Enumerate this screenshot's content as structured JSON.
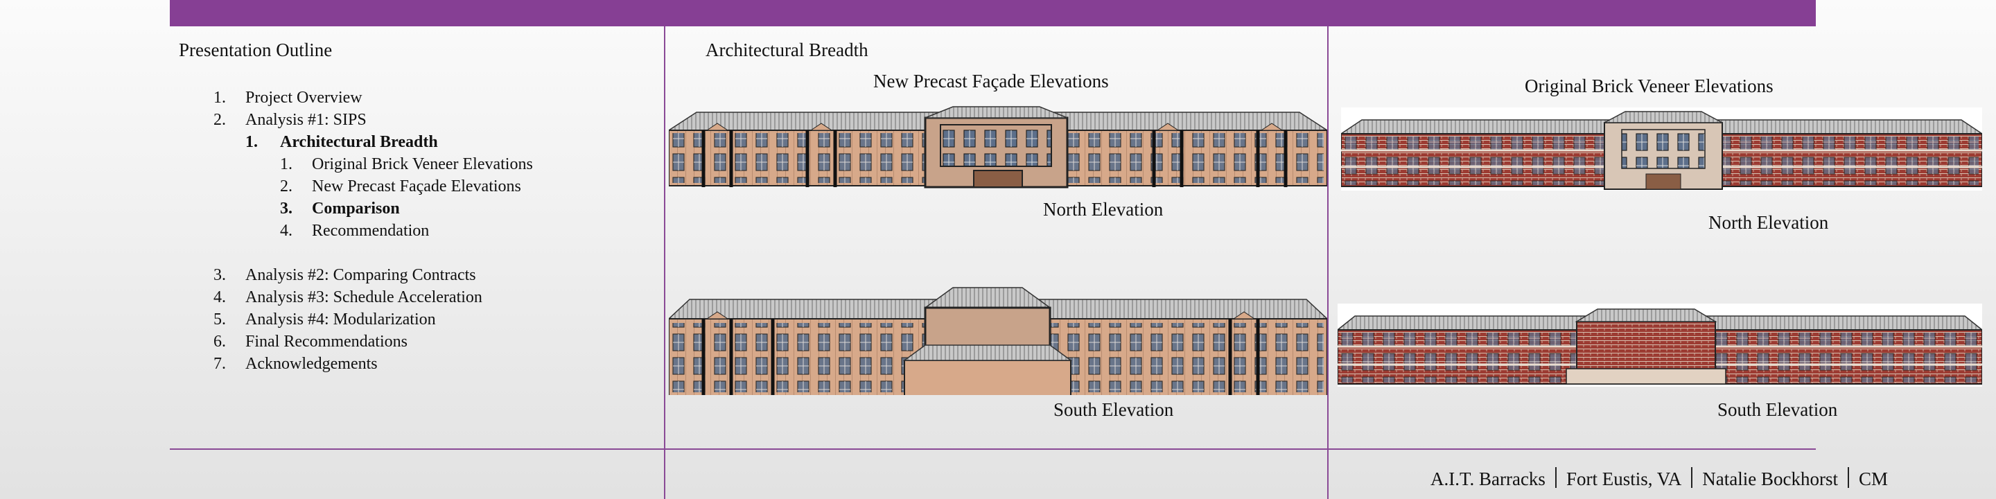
{
  "left": {
    "title": "Presentation Outline",
    "items": [
      {
        "num": "1.",
        "label": "Project Overview"
      },
      {
        "num": "2.",
        "label": "Analysis #1: SIPS",
        "sub": [
          {
            "num": "1.",
            "label": "Architectural Breadth",
            "bold": true,
            "sub": [
              {
                "num": "1.",
                "label": "Original Brick Veneer Elevations"
              },
              {
                "num": "2.",
                "label": "New Precast Façade Elevations"
              },
              {
                "num": "3.",
                "label": "Comparison",
                "bold": true
              },
              {
                "num": "4.",
                "label": "Recommendation"
              }
            ]
          }
        ]
      },
      {
        "num": "3.",
        "label": "Analysis #2: Comparing Contracts"
      },
      {
        "num": "4.",
        "label": "Analysis #3: Schedule Acceleration"
      },
      {
        "num": "5.",
        "label": "Analysis #4: Modularization"
      },
      {
        "num": "6.",
        "label": "Final Recommendations"
      },
      {
        "num": "7.",
        "label": "Acknowledgements"
      }
    ]
  },
  "middle": {
    "title": "Architectural Breadth",
    "heading": "New Precast Façade Elevations",
    "north_caption": "North Elevation",
    "south_caption": "South Elevation"
  },
  "right": {
    "heading": "Original Brick Veneer Elevations",
    "north_caption": "North Elevation",
    "south_caption": "South Elevation"
  },
  "footer": {
    "project": "A.I.T. Barracks",
    "location": "Fort Eustis, VA",
    "author": "Natalie Bockhorst",
    "option": "CM"
  },
  "colors": {
    "accent": "#863f94",
    "precast": "#d7a98a",
    "brick": "#9c3b32",
    "roof": "#b5b5b5"
  }
}
